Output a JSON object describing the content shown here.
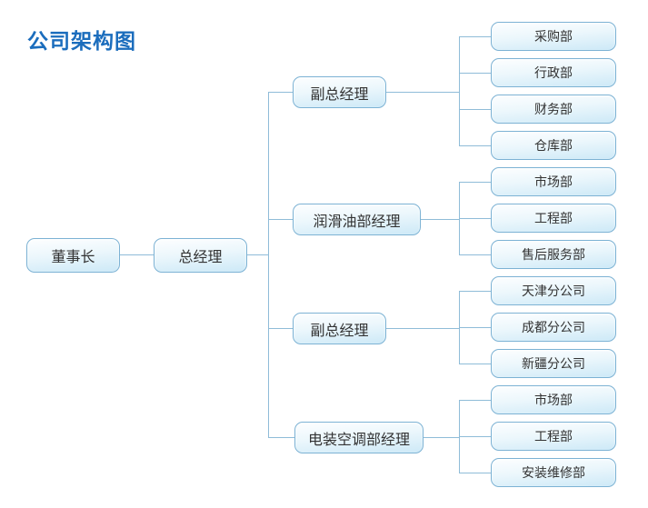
{
  "title": "公司架构图",
  "colors": {
    "title_text": "#1b6dbd",
    "box_border": "#7cb2d4",
    "box_fill_top": "#fdfeff",
    "box_fill_bottom": "#cde9f7",
    "connector_line": "#8fbcd8",
    "node_text": "#333333",
    "background": "#ffffff"
  },
  "org": {
    "chairman": {
      "label": "董事长"
    },
    "general_manager": {
      "label": "总经理"
    },
    "managers": [
      {
        "label": "副总经理",
        "departments": [
          {
            "label": "采购部"
          },
          {
            "label": "行政部"
          },
          {
            "label": "财务部"
          },
          {
            "label": "仓库部"
          }
        ]
      },
      {
        "label": "润滑油部经理",
        "departments": [
          {
            "label": "市场部"
          },
          {
            "label": "工程部"
          },
          {
            "label": "售后服务部"
          }
        ]
      },
      {
        "label": "副总经理",
        "departments": [
          {
            "label": "天津分公司"
          },
          {
            "label": "成都分公司"
          },
          {
            "label": "新疆分公司"
          }
        ]
      },
      {
        "label": "电装空调部经理",
        "departments": [
          {
            "label": "市场部"
          },
          {
            "label": "工程部"
          },
          {
            "label": "安装维修部"
          }
        ]
      }
    ]
  }
}
